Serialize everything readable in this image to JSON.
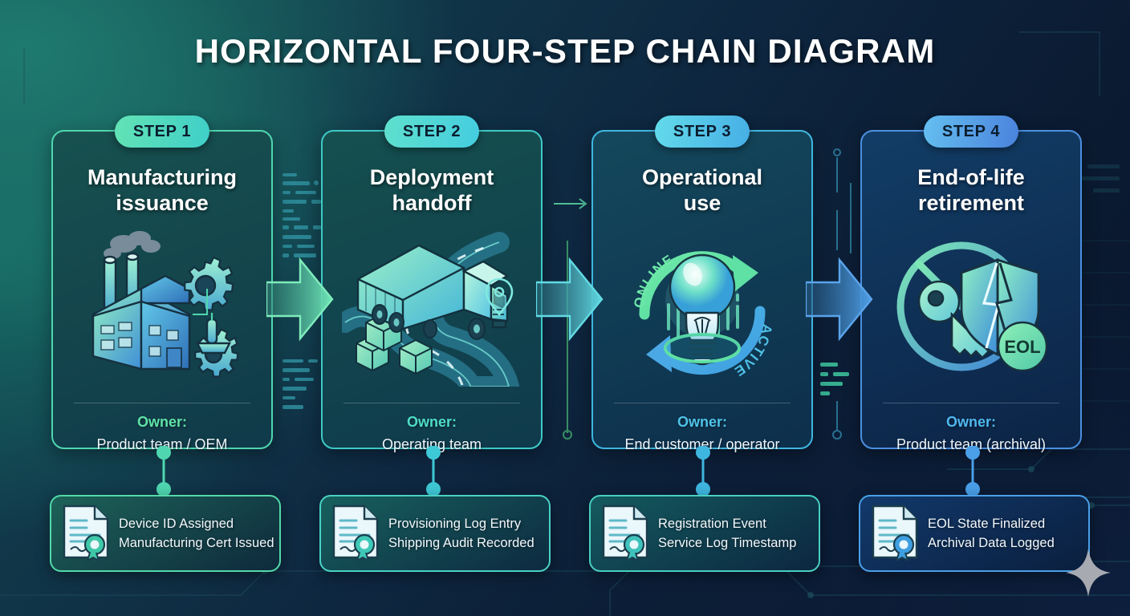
{
  "title": "HORIZONTAL FOUR-STEP CHAIN DIAGRAM",
  "steps": [
    {
      "badge": "STEP 1",
      "title_line1": "Manufacturing",
      "title_line2": "issuance",
      "owner_label": "Owner:",
      "owner_value": "Product team / OEM",
      "icon": "factory-gears-icon",
      "accent": "#4fd6b0",
      "note": {
        "icon": "certificate-document-icon",
        "line1": "Device ID Assigned",
        "line2": "Manufacturing Cert Issued"
      }
    },
    {
      "badge": "STEP 2",
      "title_line1": "Deployment",
      "title_line2": "handoff",
      "owner_label": "Owner:",
      "owner_value": "Operating team",
      "icon": "delivery-truck-road-icon",
      "accent": "#3ec9c6",
      "note": {
        "icon": "certificate-document-icon",
        "line1": "Provisioning Log Entry",
        "line2": "Shipping Audit Recorded"
      }
    },
    {
      "badge": "STEP 3",
      "title_line1": "Operational",
      "title_line2": "use",
      "owner_label": "Owner:",
      "owner_value": "End customer / operator",
      "icon": "lightbulb-cycle-icon",
      "accent": "#3fb6e0",
      "note": {
        "icon": "certificate-document-icon",
        "line1": "Registration Event",
        "line2": "Service Log Timestamp"
      }
    },
    {
      "badge": "STEP 4",
      "title_line1": "End-of-life",
      "title_line2": "retirement",
      "owner_label": "Owner:",
      "owner_value": "Product team (archival)",
      "icon": "revoked-key-broken-shield-icon",
      "accent": "#4a8fe0",
      "note": {
        "icon": "certificate-document-icon",
        "line1": "EOL State Finalized",
        "line2": "Archival Data Logged"
      }
    }
  ],
  "illustration_labels": {
    "online": "ONLINE",
    "active": "ACTIVE",
    "eol": "EOL"
  },
  "colors": {
    "background_deep": "#081428",
    "background_teal": "#0f4a4f",
    "accent_green": "#4fd6b0",
    "accent_teal": "#3ec9c6",
    "accent_cyan": "#3fb6e0",
    "accent_blue": "#4a8fe0",
    "title_text": "#ffffff"
  }
}
